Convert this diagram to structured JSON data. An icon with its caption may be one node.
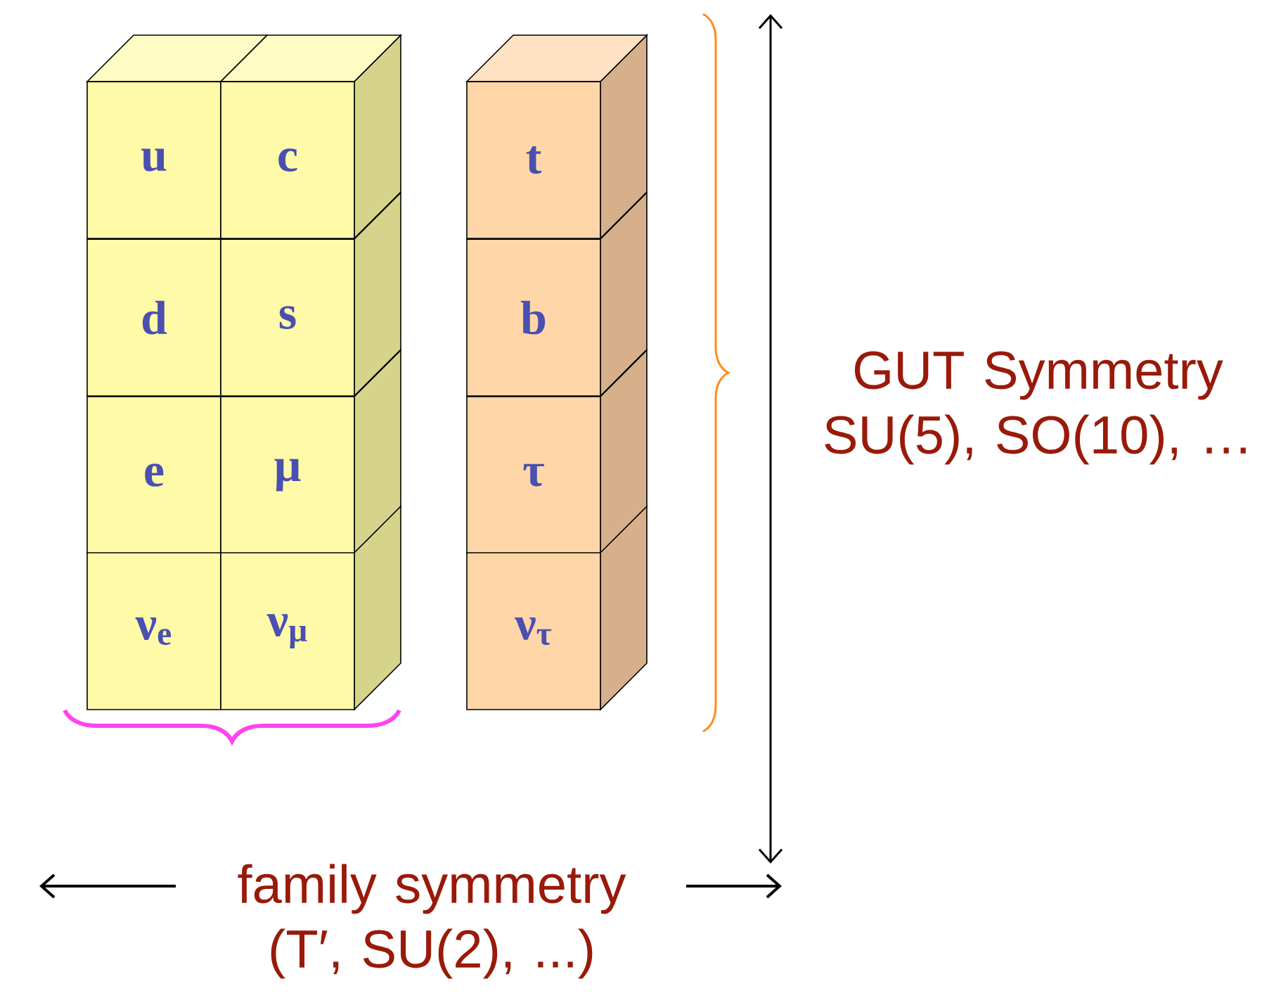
{
  "diagram": {
    "nodes": [
      {
        "text": [
          "u"
        ]
      },
      {
        "text": [
          "c"
        ]
      },
      {
        "text": [
          "t"
        ]
      },
      {
        "text": [
          "d"
        ]
      },
      {
        "text": [
          "s"
        ]
      },
      {
        "text": [
          "b"
        ]
      },
      {
        "text": [
          "e"
        ]
      },
      {
        "text": [
          "μ"
        ]
      },
      {
        "text": [
          "τ"
        ]
      },
      {
        "text": [
          "ν$_{e}$"
        ]
      },
      {
        "text": [
          "ν$_{μ}$"
        ]
      },
      {
        "text": [
          "ν$_{τ}$"
        ]
      }
    ],
    "labels": [
      "GUT Symmetry SU(5), SO(10), …",
      "family symmetry (T′, SU(2), ...)"
    ]
  }
}
